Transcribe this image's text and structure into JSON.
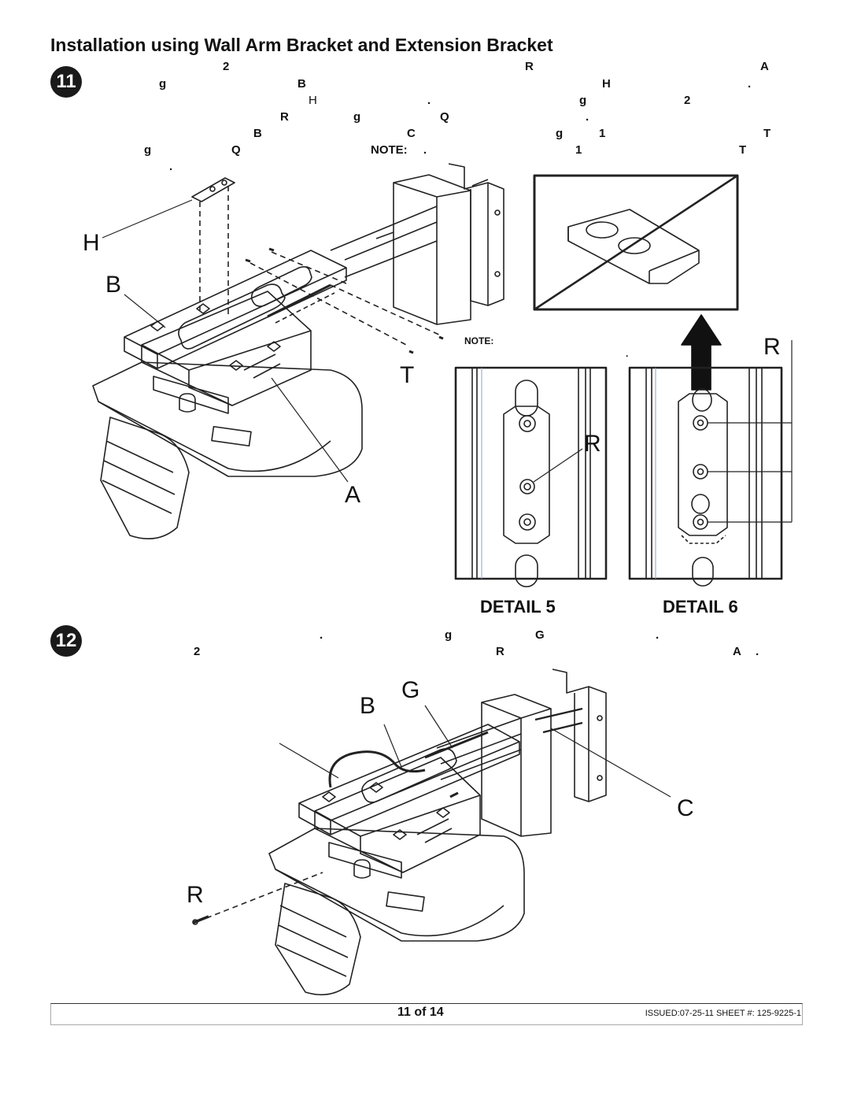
{
  "title": "Installation using Wall Arm Bracket and Extension Bracket",
  "steps": [
    {
      "number": "11",
      "fragments": [
        "2",
        "R",
        "A",
        "g",
        "B",
        "H",
        ".",
        "H",
        ".",
        "g",
        "2",
        "R",
        "g",
        "Q",
        ".",
        "B",
        "C",
        "g",
        "1",
        "T",
        "g",
        "Q",
        "NOTE:",
        ".",
        "1",
        "T",
        "."
      ]
    },
    {
      "number": "12",
      "fragments": [
        ".",
        "g",
        "G",
        ".",
        "2",
        "R",
        "A",
        "."
      ]
    }
  ],
  "callouts": {
    "step11": [
      "H",
      "B",
      "T",
      "A",
      "R",
      "R"
    ],
    "step12": [
      "B",
      "G",
      "C",
      "R"
    ]
  },
  "diagram_note": "NOTE:",
  "diagram_note_dot": ".",
  "details": [
    "DETAIL 5",
    "DETAIL 6"
  ],
  "footer": {
    "page": "11 of 14",
    "sheet": "ISSUED:07-25-11 SHEET #:  125-9225-1"
  }
}
